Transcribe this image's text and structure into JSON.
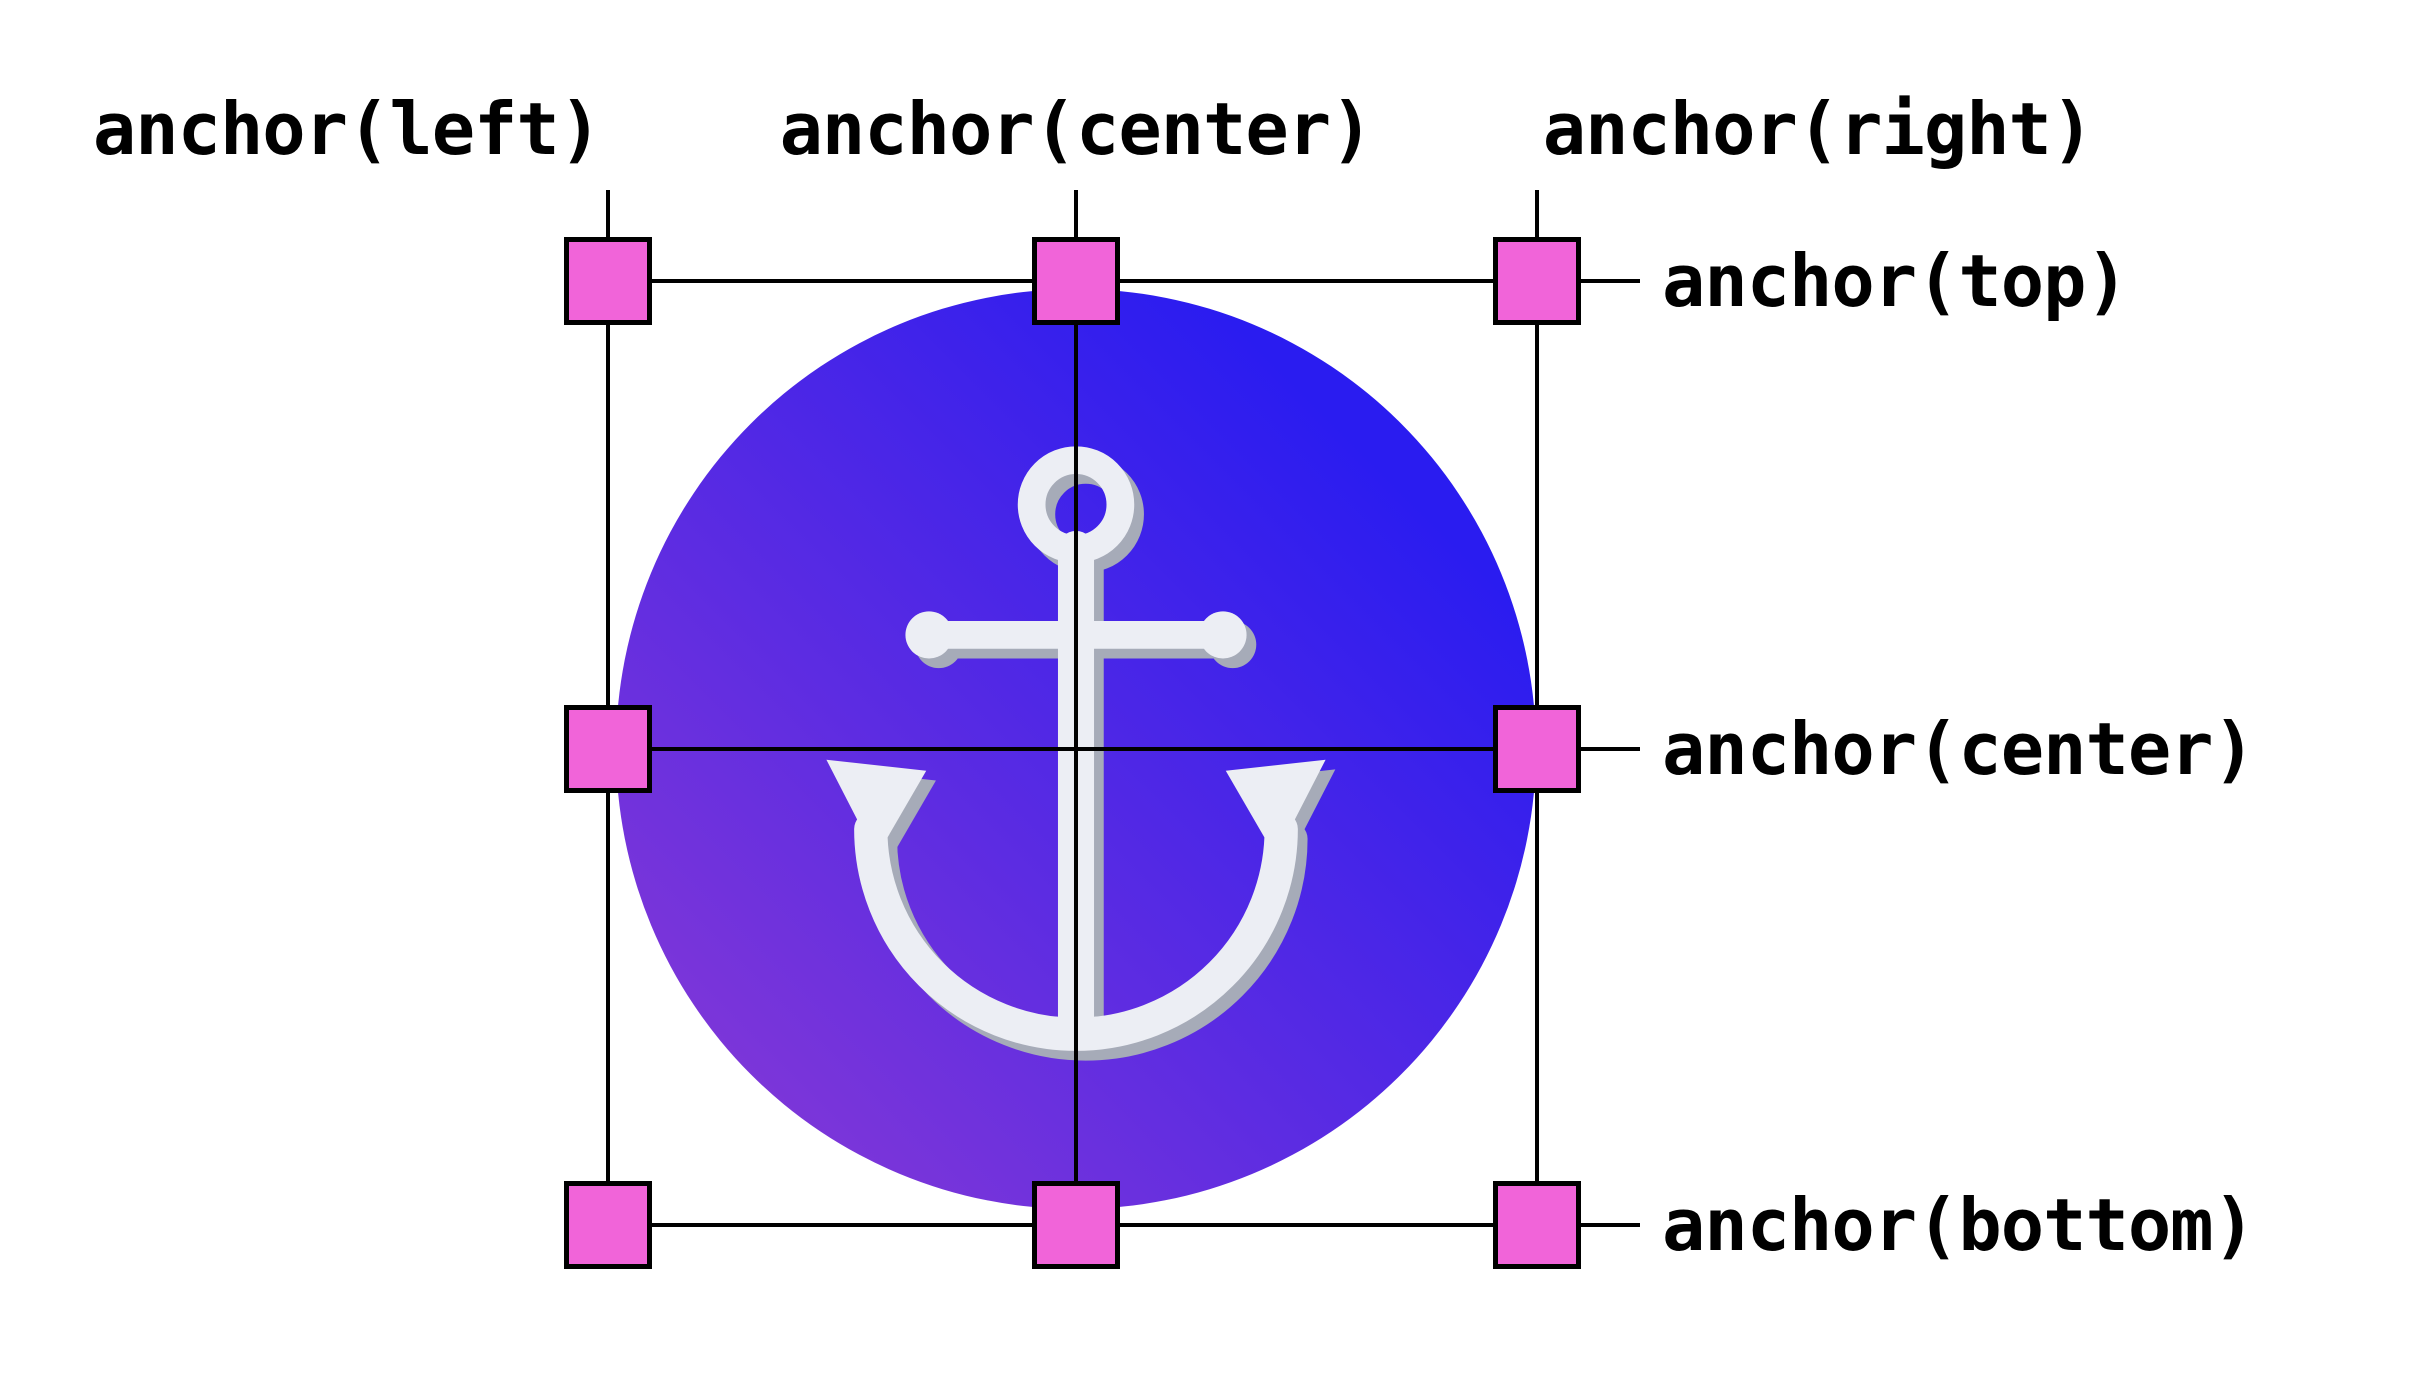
{
  "diagram": {
    "type": "css-anchor-positioning-illustration",
    "column_labels": [
      {
        "id": "left",
        "text": "anchor(left)"
      },
      {
        "id": "center",
        "text": "anchor(center)"
      },
      {
        "id": "right",
        "text": "anchor(right)"
      }
    ],
    "row_labels": [
      {
        "id": "top",
        "text": "anchor(top)"
      },
      {
        "id": "center",
        "text": "anchor(center)"
      },
      {
        "id": "bottom",
        "text": "anchor(bottom)"
      }
    ],
    "handles": [
      "top-left",
      "top-center",
      "top-right",
      "middle-left",
      "middle-right",
      "bottom-left",
      "bottom-center",
      "bottom-right"
    ],
    "anchor_icon": "anchor-icon",
    "colors": {
      "background": "#ffffff",
      "line": "#000000",
      "handle_fill": "#f164d9",
      "handle_border": "#000000",
      "circle_blue": "#2a1cf0",
      "circle_purple": "#8d3bd4",
      "anchor_silver": "#e9ebf2",
      "anchor_shadow": "#a6abb8",
      "text": "#000000"
    }
  }
}
